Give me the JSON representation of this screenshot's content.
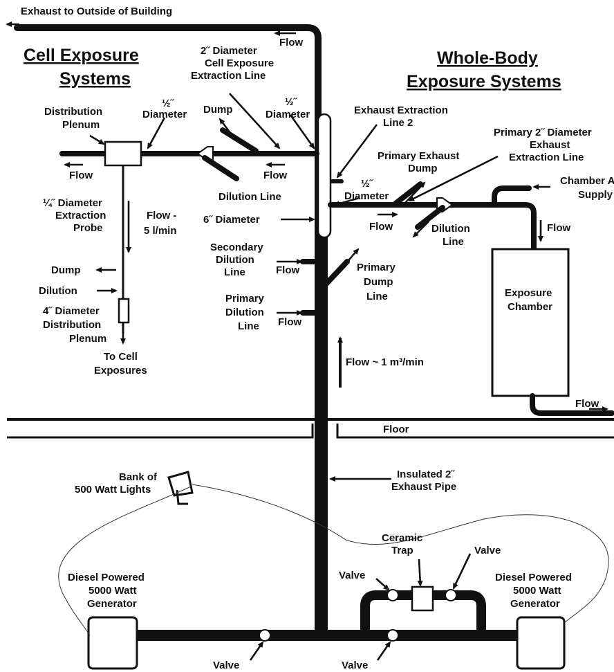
{
  "headers": {
    "cell": [
      "Cell Exposure",
      "Systems"
    ],
    "whole": [
      "Whole-Body",
      "Exposure Systems"
    ]
  },
  "labels": {
    "exhaust_outside": "Exhaust to Outside of Building",
    "flow": "Flow",
    "two_inch_cell_line": [
      "2˝ Diameter",
      "Cell Exposure",
      "Extraction Line"
    ],
    "half_inch": "½˝",
    "diameter": "Diameter",
    "half_diameter_right": "½˝",
    "distribution_plenum": [
      "Distribution",
      "Plenum"
    ],
    "dump": "Dump",
    "exhaust_extraction_line2": [
      "Exhaust Extraction",
      "Line 2"
    ],
    "primary_2_exhaust_line": [
      "Primary 2˝ Diameter",
      "Exhaust",
      "Extraction Line"
    ],
    "primary_exhaust_dump": [
      "Primary Exhaust",
      "Dump"
    ],
    "dilution_line": "Dilution Line",
    "quarter_extraction_probe": [
      "¼˝ Diameter",
      "Extraction",
      "Probe"
    ],
    "flow_5": [
      "Flow -",
      "5 l/min"
    ],
    "six_inch": "6˝ Diameter",
    "chamber_air_supply": [
      "Chamber Air",
      "Supply"
    ],
    "dilution_line_right": [
      "Dilution",
      "Line"
    ],
    "secondary_dilution": [
      "Secondary",
      "Dilution",
      "Line"
    ],
    "primary_dump_line": [
      "Primary",
      "Dump",
      "Line"
    ],
    "exposure_chamber": [
      "Exposure",
      "Chamber"
    ],
    "dilution": "Dilution",
    "four_inch_plenum": [
      "4˝ Diameter",
      "Distribution",
      "Plenum"
    ],
    "primary_dilution": [
      "Primary",
      "Dilution",
      "Line"
    ],
    "to_cell": [
      "To Cell",
      "Exposures"
    ],
    "flow_1m": "Flow ~ 1 m³/min",
    "floor": "Floor",
    "bank_lights": [
      "Bank of",
      "500 Watt  Lights"
    ],
    "insulated_pipe": [
      "Insulated 2˝",
      "Exhaust Pipe"
    ],
    "ceramic_trap": [
      "Ceramic",
      "Trap"
    ],
    "valve": "Valve",
    "generator": [
      "Diesel Powered",
      "5000 Watt",
      "Generator"
    ]
  }
}
